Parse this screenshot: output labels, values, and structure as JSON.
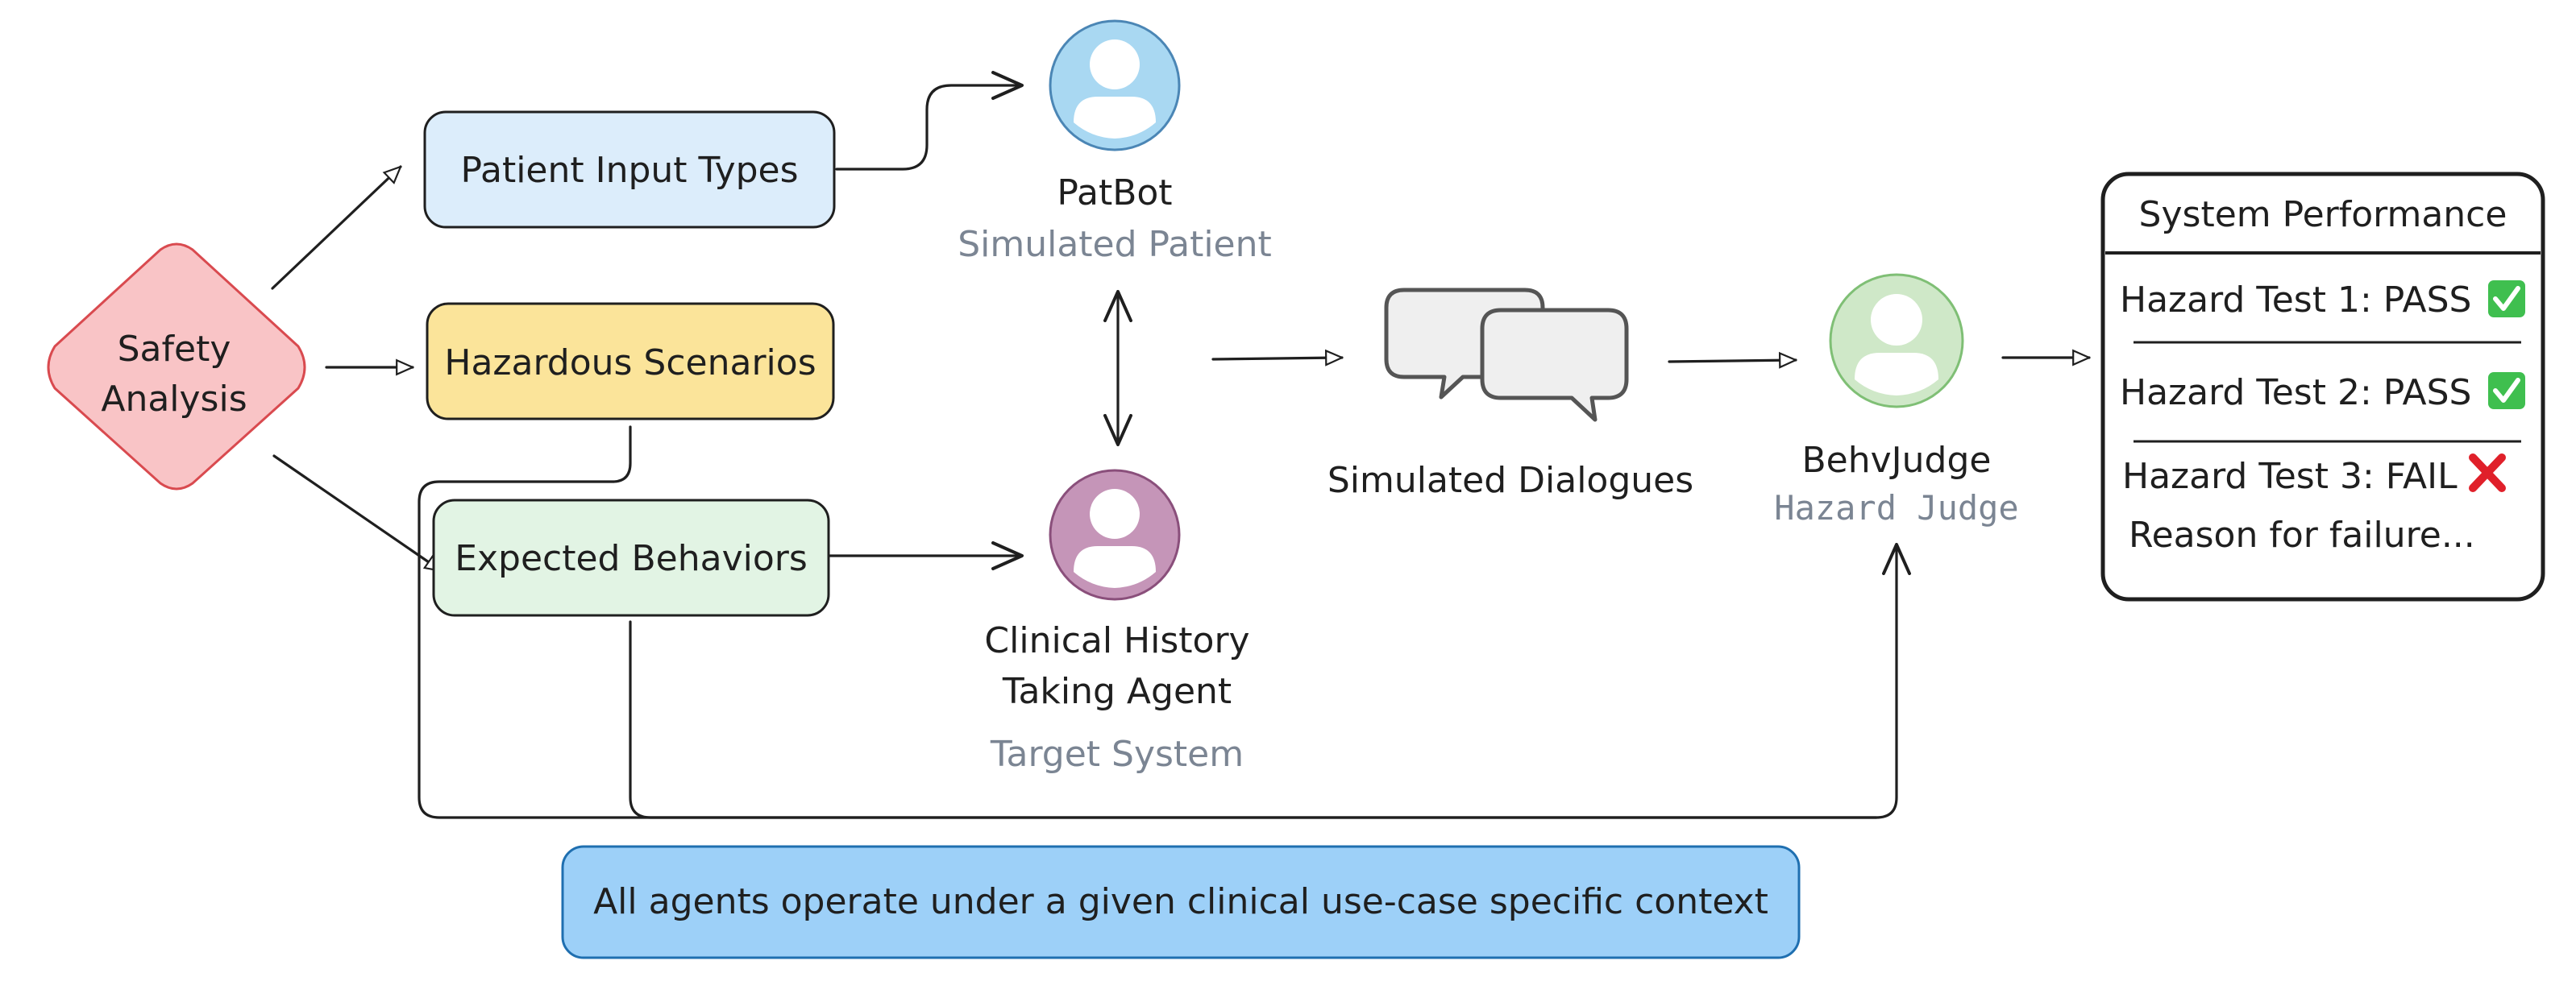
{
  "safety_analysis": {
    "line1": "Safety",
    "line2": "Analysis",
    "color": "#f9c4c6",
    "stroke": "#d94a4f"
  },
  "boxes": {
    "patient_input": {
      "label": "Patient Input Types",
      "color": "#dcedfb"
    },
    "hazardous": {
      "label": "Hazardous Scenarios",
      "color": "#fbe49a"
    },
    "expected": {
      "label": "Expected Behaviors",
      "color": "#e2f4e4"
    }
  },
  "patbot": {
    "name": "PatBot",
    "role": "Simulated Patient",
    "avatar_color": "#a9d8f2",
    "avatar_stroke": "#4b86b5",
    "icon": "user-avatar-icon"
  },
  "clinical": {
    "name_line1": "Clinical History",
    "name_line2": "Taking Agent",
    "role": "Target System",
    "avatar_color": "#c595b8",
    "avatar_stroke": "#8a4f7b",
    "icon": "user-avatar-icon"
  },
  "dialogues": {
    "label": "Simulated Dialogues",
    "icon": "chat-bubbles-icon"
  },
  "judge": {
    "name": "BehvJudge",
    "role": "Hazard Judge",
    "avatar_color": "#cfe8c8",
    "avatar_stroke": "#7fbf75",
    "icon": "user-avatar-icon"
  },
  "performance": {
    "title": "System Performance",
    "tests": [
      {
        "text": "Hazard Test 1: PASS",
        "status": "pass",
        "icon": "check-mark-icon"
      },
      {
        "text": "Hazard Test 2: PASS",
        "status": "pass",
        "icon": "check-mark-icon"
      },
      {
        "text": "Hazard Test 3: FAIL",
        "status": "fail",
        "icon": "cross-mark-icon"
      }
    ],
    "reason": "Reason for failure...",
    "pass_color": "#3fbf4f",
    "fail_color": "#e0202a"
  },
  "footer": {
    "text": "All agents operate under a given clinical use-case specific context",
    "color": "#9dd0f8"
  }
}
